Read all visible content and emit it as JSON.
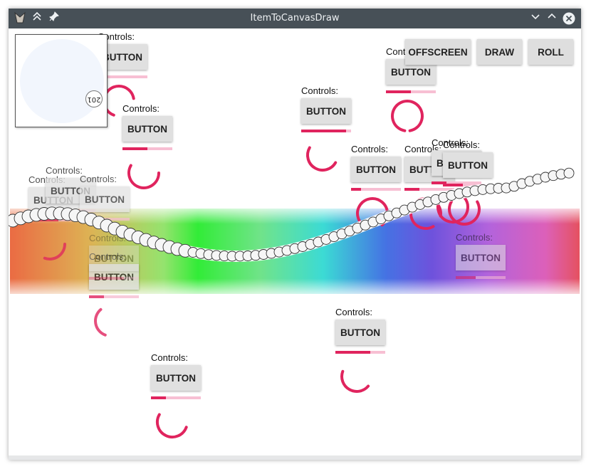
{
  "window": {
    "title": "ItemToCanvasDraw"
  },
  "titlebar_icons": {
    "app": "kde-app-icon",
    "shade": "keep-above-icon",
    "pin": "pin-icon",
    "minimize": "chevron-down-icon",
    "maximize": "chevron-up-icon",
    "close": "close-icon"
  },
  "toolbar": {
    "offscreen_label": "OFFSCREEN",
    "draw_label": "DRAW",
    "roll_label": "ROLL"
  },
  "control_label": "Controls:",
  "button_label": "BUTTON",
  "thumbnail": {
    "chip_text": "201"
  },
  "controls": [
    {
      "progress": 0.1
    },
    {
      "progress": 0.5
    },
    {
      "progress": 0.9
    },
    {
      "progress": 0.5
    },
    {
      "progress": 0.2
    },
    {
      "progress": 0.3
    },
    {
      "progress": 0.3
    },
    {
      "progress": 0.4
    },
    {
      "progress": 0.7
    },
    {
      "progress": 0.3
    },
    {
      "progress": 0.6
    },
    {
      "progress": 0.5
    },
    {
      "progress": 0.4
    },
    {
      "progress": 0.3
    },
    {
      "progress": 0.7
    },
    {
      "progress": 0.4
    }
  ],
  "colors": {
    "accent": "#e0245e",
    "accent_track": "#f7bfd3",
    "titlebar": "#475057"
  }
}
